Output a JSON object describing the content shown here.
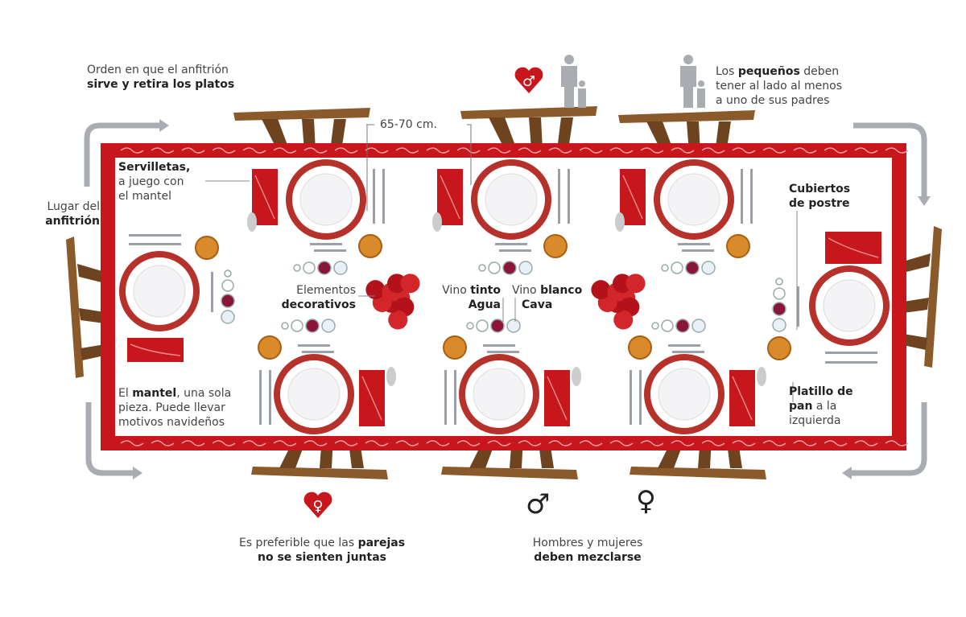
{
  "labels": {
    "serve_order": {
      "line1": "Orden en que el anfitrión",
      "line2_bold": "sirve y retira los platos"
    },
    "host_place": {
      "line1": "Lugar del",
      "line2_bold": "anfitrión"
    },
    "napkins": {
      "bold": "Servilletas,",
      "line2": "a juego con",
      "line3": "el mantel"
    },
    "distance": "65-70 cm.",
    "children": {
      "pre": "Los ",
      "bold": "pequeños",
      "post": " deben",
      "line2": "tener al lado al menos",
      "line3": "a uno de sus padres"
    },
    "dessert_cutlery": {
      "line1": "Cubiertos",
      "line2": "de postre"
    },
    "decor": {
      "line1": "Elementos",
      "line2_bold": "decorativos"
    },
    "red_wine": {
      "pre": "Vino ",
      "bold": "tinto"
    },
    "water": "Agua",
    "white_wine": {
      "pre": "Vino ",
      "bold": "blanco"
    },
    "cava": "Cava",
    "tablecloth": {
      "pre": "El ",
      "bold": "mantel",
      "post": ", una sola",
      "line2": "pieza. Puede llevar",
      "line3": "motivos navideños"
    },
    "bread_plate": {
      "line1_bold": "Platillo de",
      "line2_bold": "pan",
      "line2_post": " a la",
      "line3": "izquierda"
    },
    "couples": {
      "pre": "Es preferible que las ",
      "bold": "parejas",
      "line2_bold": "no se sienten juntas"
    },
    "mix": {
      "line1": "Hombres y mujeres",
      "line2_bold": "deben mezclarse"
    }
  },
  "symbols": {
    "male": "♂",
    "female": "♀"
  },
  "colors": {
    "tablecloth_red": "#c8161d",
    "arrow_gray": "#a9adb2",
    "chair_wood": "#8b5a2b",
    "wine_red": "#8a1538",
    "bread": "#d98a2a"
  }
}
